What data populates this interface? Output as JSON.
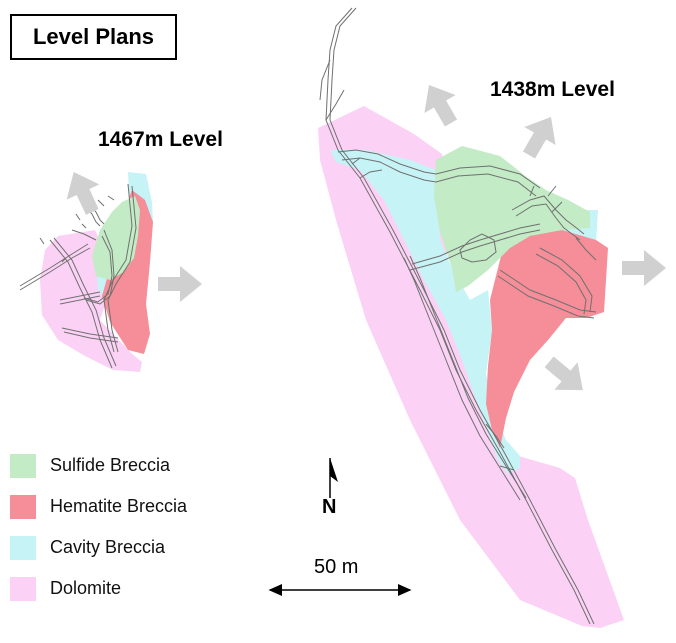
{
  "title": "Level Plans",
  "levels": [
    {
      "label": "1467m Level"
    },
    {
      "label": "1438m Level"
    }
  ],
  "legend": [
    {
      "label": "Sulfide Breccia",
      "color": "#c2ebc6"
    },
    {
      "label": "Hematite Breccia",
      "color": "#f58e98"
    },
    {
      "label": "Cavity Breccia",
      "color": "#c6f3f6"
    },
    {
      "label": "Dolomite",
      "color": "#fbd2f5"
    }
  ],
  "scale_bar": {
    "label": "50 m"
  },
  "north_arrow": {
    "label": "N"
  },
  "colors": {
    "sulfide": "#c2ebc6",
    "hematite": "#f58e98",
    "cavity": "#c6f3f6",
    "dolomite": "#fbd2f5",
    "arrow": "#d0d0d0",
    "tunnel": "#707070"
  }
}
